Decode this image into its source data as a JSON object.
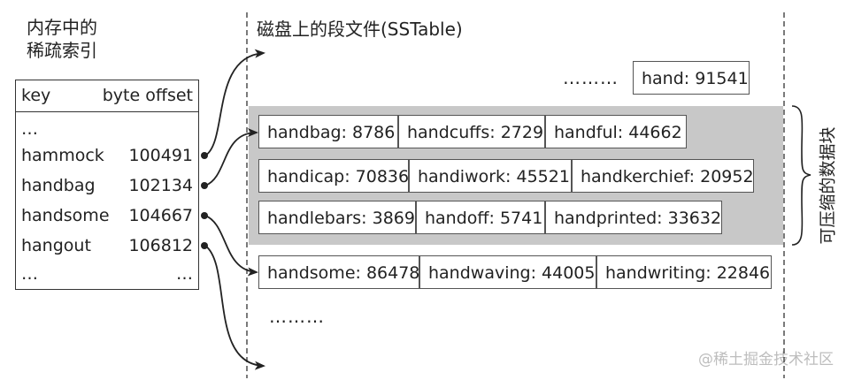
{
  "memory_index": {
    "title_line1": "内存中的",
    "title_line2": "稀疏索引",
    "header": {
      "key": "key",
      "offset": "byte offset"
    },
    "rows": [
      {
        "key": "…",
        "offset": ""
      },
      {
        "key": "hammock",
        "offset": "100491"
      },
      {
        "key": "handbag",
        "offset": "102134"
      },
      {
        "key": "handsome",
        "offset": "104667"
      },
      {
        "key": "hangout",
        "offset": "106812"
      },
      {
        "key": "…",
        "offset": "…"
      }
    ]
  },
  "disk": {
    "title": "磁盘上的段文件(SSTable)",
    "top_dots": "………",
    "top_entry": "hand: 91541",
    "compressed_blocks": [
      [
        "handbag: 8786",
        "handcuffs: 2729",
        "handful: 44662"
      ],
      [
        "handicap: 70836",
        "handiwork: 45521",
        "handkerchief: 20952"
      ],
      [
        "handlebars: 3869",
        "handoff: 5741",
        "handprinted: 33632"
      ]
    ],
    "after_entries": [
      "handsome: 86478",
      "handwaving: 44005",
      "handwriting: 22846"
    ],
    "bottom_dots": "………",
    "side_label": "可压缩的数据块"
  },
  "watermark": "@稀土掘金技术社区",
  "colors": {
    "band": "#c8c8c8",
    "line": "#222222",
    "dashed": "#333333"
  }
}
